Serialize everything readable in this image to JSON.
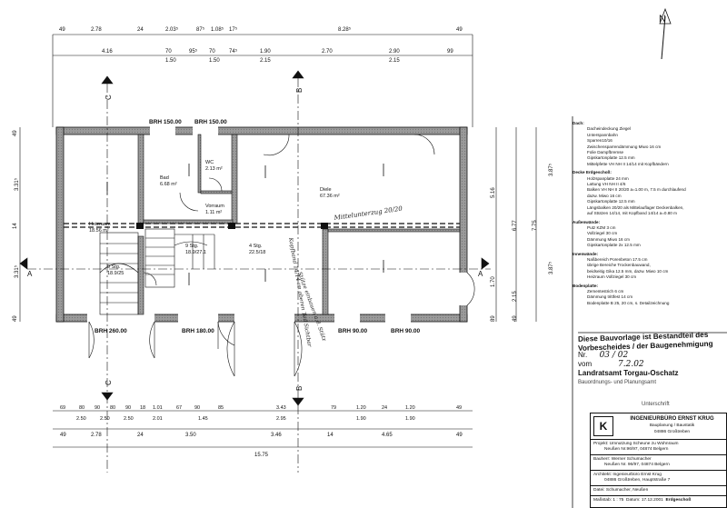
{
  "north": "N",
  "section_marks": {
    "a": "A",
    "b": "B",
    "c": "C"
  },
  "dims_top": {
    "row1": [
      "49",
      "2.78",
      "24",
      "2.03⁵",
      "87⁵",
      "1.08⁵",
      "17⁵",
      "8.28⁵",
      "49"
    ],
    "row2": [
      "4.16",
      "70",
      "95⁵",
      "70",
      "74⁵",
      "1.90",
      "2.70",
      "2.90",
      "99"
    ],
    "row2b": [
      "1.50",
      "1.50",
      "2.15",
      "2.15"
    ]
  },
  "dims_bottom": {
    "row1": [
      "69",
      "80",
      "90",
      "80",
      "90",
      "18",
      "1.01",
      "67",
      "90",
      "85",
      "3.43",
      "79",
      "1.20",
      "24",
      "1.20",
      "49"
    ],
    "row1b": [
      "2.50",
      "2.50",
      "2.50",
      "2.01",
      "1.45",
      "2.95",
      "1.90",
      "1.90"
    ],
    "row2": [
      "49",
      "2.78",
      "24",
      "3.50",
      "3.46",
      "14",
      "4.65",
      "49"
    ],
    "total": "15.75"
  },
  "dims_left": [
    "49",
    "3.31⁵",
    "14",
    "3.31⁵",
    "49"
  ],
  "dims_right": [
    "5.16",
    "6.77",
    "7.75",
    "3.87⁵",
    "1.70",
    "2.15",
    "89",
    "49",
    "3.87⁵"
  ],
  "openings": {
    "top1": "BRH 150.00",
    "top2": "BRH 150.00",
    "bot1": "BRH 260.00",
    "bot2": "BRH 180.00",
    "bot3": "BRH 90.00",
    "bot4": "BRH 90.00"
  },
  "rooms": [
    {
      "name": "Heizraum",
      "area": "18.56 m²"
    },
    {
      "name": "Bad",
      "area": "6.68 m²"
    },
    {
      "name": "WC",
      "area": "2.13 m²"
    },
    {
      "name": "Vorraum",
      "area": "1.11 m²"
    },
    {
      "name": "Diele",
      "area": "67.36 m²"
    },
    {
      "name": "9 Stg.",
      "area": "18.9/27.1"
    },
    {
      "name": "4 Stg.",
      "area": "22.5/18"
    },
    {
      "name": "9 Stg.",
      "area": "18.9/25"
    }
  ],
  "notes": {
    "n1": "Mittelunterzug 20/20",
    "n2": "Kopfband 14/14 im oberen Teil Sichtbar",
    "n3": "Stütze einbauen a.d. Stütz"
  },
  "spec": [
    {
      "heading": "Dach:",
      "items": [
        "Dacheindeckung Ziegel",
        "Unterspannbahn",
        "Sparren10/16",
        "Zwischensparrendämmung Miwo 16 cm",
        "Folie Dampfbremse",
        "Gipskartonplatte 12.5 mm",
        "Mittelpfette VH NH II 14/14 mit Kopfbändern"
      ]
    },
    {
      "heading": "Decke Erdgeschoß:",
      "items": [
        "Holzspanplatte 24 mm",
        "Lattung VH NH II 4/6",
        "Balken VH NH II 20/20 a=1.00 m, 7.5 m durchlaufend",
        "dazw. Miwo 16 cm",
        "Gipskartonplatte 12.5 mm",
        "Längsbalken 20/20 als Mittelauflager Deckenbalken,",
        "auf Stützen 14/14, mit Kopfband 14/14 a=0.80 m"
      ]
    },
    {
      "heading": "Außenwände:",
      "items": [
        "Putz KZM 3 cm",
        "Vollziegel 30 cm",
        "Dämmung Miwo 16 cm",
        "Gipskartonplatte 2x 12.5 mm"
      ]
    },
    {
      "heading": "Innenwände:",
      "items": [
        "Naßbereich Porenbeton 17.5 cm",
        "übrige Bereiche Trockenbauwand,",
        "beidseitig Gika 12.5 mm, dazw. Miwo 10 cm",
        "Heizraum Vollziegel 30 cm"
      ]
    },
    {
      "heading": "Bodenplatte:",
      "items": [
        "Zementestrich 6 cm",
        "Dämmung trittfest 14 cm",
        "Bodenplatte B 25, 20 cm, s. Detailzeichnung"
      ]
    }
  ],
  "stamp": {
    "l1": "Diese Bauvorlage ist Bestandteil des",
    "l2": "Vorbescheides / der Baugenehmigung",
    "nr_label": "Nr.",
    "nr_value": "03 / 02",
    "vom_label": "vom",
    "vom_value": "7.2.02",
    "authority": "Landratsamt Torgau-Oschatz",
    "dept": "Bauordnungs- und Planungsamt",
    "sign": "Unterschrift"
  },
  "titleblock": {
    "firm": "INGENIEURBÜRO ERNST KRUG",
    "firm2": "Bauplanung / Baustatik",
    "firm3": "04886 Großtreben",
    "projekt_label": "Projekt:",
    "projekt": "Umnutzung Scheune zu Wohnraum",
    "projekt2": "Neußen Nr.96/97, 04874 Belgern",
    "bauherr_label": "Bauherr:",
    "bauherr": "Werner Schumacher",
    "bauherr2": "Neußen Nr. 96/97, 04874 Belgern",
    "architekt_label": "Architekt:",
    "architekt": "Ingenieurbüro Ernst Krug",
    "architekt2": "04886 Großtreben, Hauptstraße 7",
    "datei_label": "Datei:",
    "datei": "Schumacher, Neußen",
    "massstab_label": "Maßstab:",
    "massstab": "1 : 75",
    "datum_label": "Datum:",
    "datum": "17.12.2001",
    "blatt": "Erdgeschoß"
  },
  "colors": {
    "wall": "#9a9a9a",
    "line": "#111111"
  }
}
